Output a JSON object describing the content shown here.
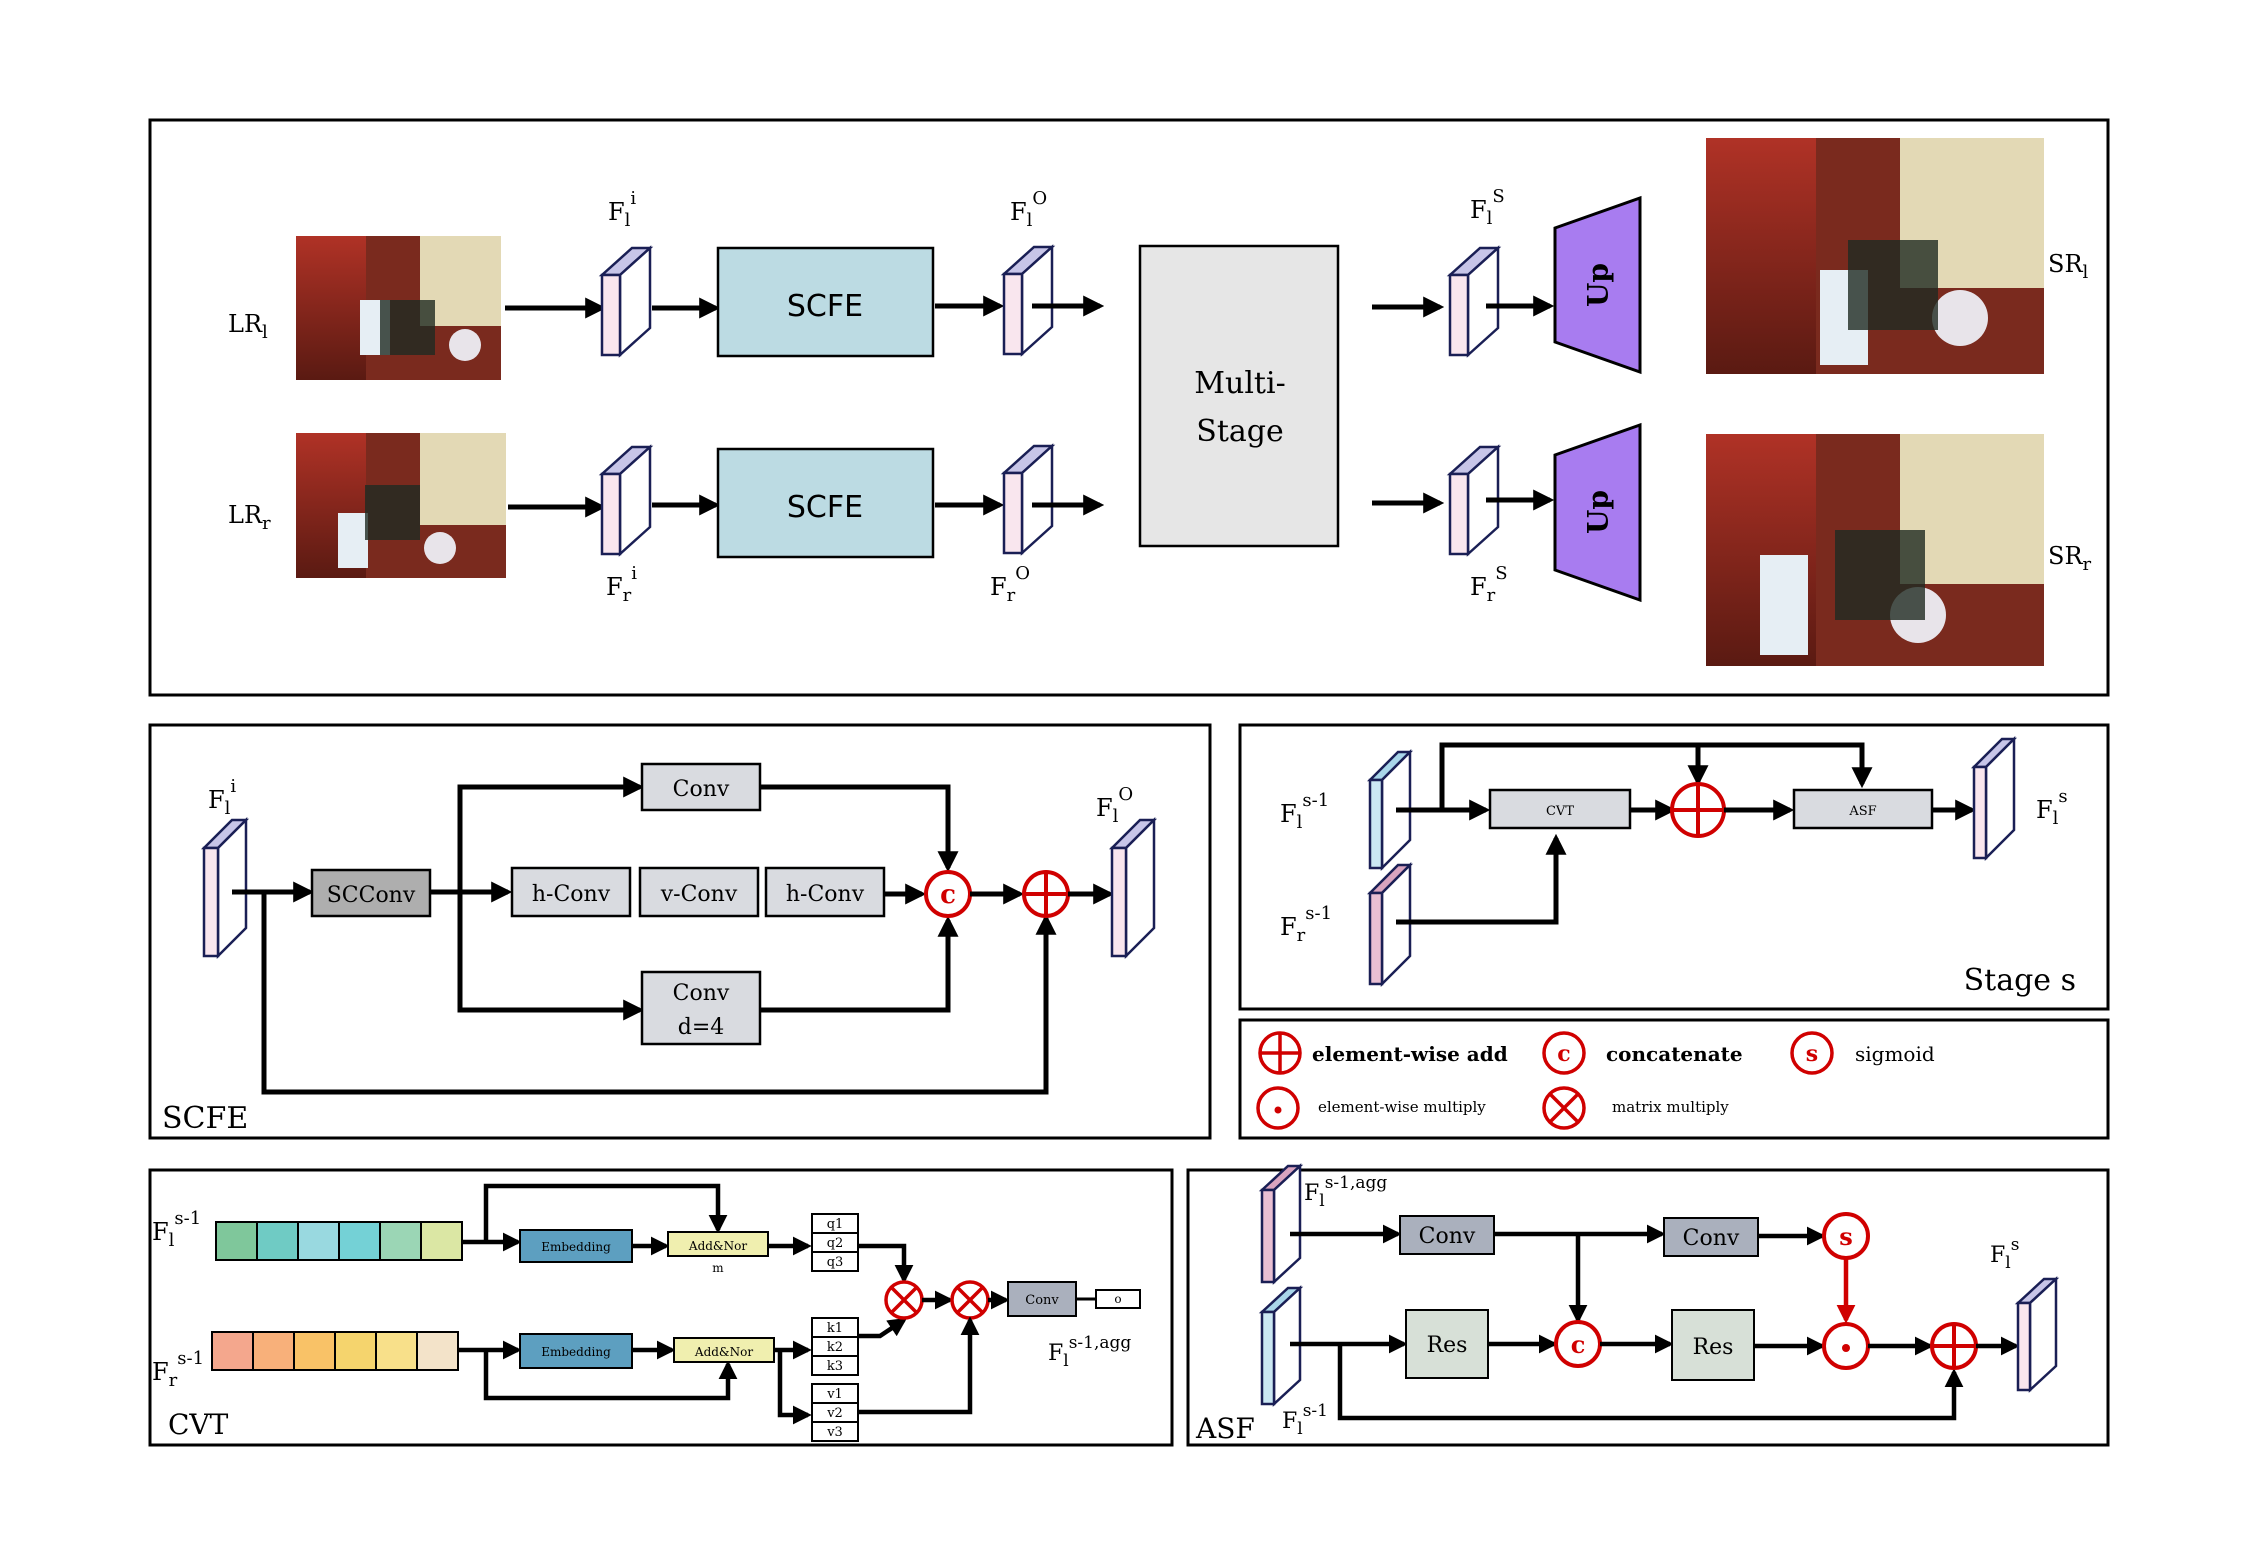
{
  "colors": {
    "panel_border": "#000000",
    "scfe_block": "#bcdbe3",
    "multistage_block": "#e6e6e6",
    "up_block": "#a87cf0",
    "gray_block": "#d9dbe0",
    "dark_gray_block": "#aeaeae",
    "res_block": "#d7e0d7",
    "embedding_block": "#5d9fc0",
    "addnorm_block": "#f0efaf",
    "feature_pink": "#f9e6ee",
    "feature_blue": "#cbe8f3",
    "feature_magenta": "#e9bfd3",
    "operator_red": "#d00000",
    "token_row_left": [
      "#7fc79b",
      "#6fcbc4",
      "#99d9e0",
      "#74d1d6",
      "#9bd6b5",
      "#dbe7a4"
    ],
    "token_row_right": [
      "#f4a78d",
      "#f8b07a",
      "#f9c267",
      "#f5d46d",
      "#f8e08a",
      "#f3e3c9"
    ]
  },
  "top": {
    "lr_left": "LR",
    "lr_left_sub": "l",
    "lr_right": "LR",
    "lr_right_sub": "r",
    "fl_i": "F",
    "fl_i_sub": "l",
    "fl_i_sup": "i",
    "fr_i": "F",
    "fr_i_sub": "r",
    "fr_i_sup": "i",
    "fl_o": "F",
    "fl_o_sub": "l",
    "fl_o_sup": "O",
    "fr_o": "F",
    "fr_o_sub": "r",
    "fr_o_sup": "O",
    "fl_s": "F",
    "fl_s_sub": "l",
    "fl_s_sup": "S",
    "fr_s": "F",
    "fr_s_sub": "r",
    "fr_s_sup": "S",
    "scfe_top": "SCFE",
    "scfe_bottom": "SCFE",
    "multi_line1": "Multi-",
    "multi_line2": "Stage",
    "up_top": "Up",
    "up_bottom": "Up",
    "sr_left": "SR",
    "sr_left_sub": "l",
    "sr_right": "SR",
    "sr_right_sub": "r"
  },
  "scfe": {
    "title": "SCFE",
    "in": "F",
    "in_sub": "l",
    "in_sup": "i",
    "out": "F",
    "out_sub": "l",
    "out_sup": "O",
    "scconv": "SCConv",
    "conv": "Conv",
    "hconv1": "h-Conv",
    "vconv": "v-Conv",
    "hconv2": "h-Conv",
    "dconv_line1": "Conv",
    "dconv_line2": "d=4",
    "concat_symbol": "c"
  },
  "stage": {
    "title": "Stage s",
    "in_l": "F",
    "in_l_sub": "l",
    "in_l_sup": "s-1",
    "in_r": "F",
    "in_r_sub": "r",
    "in_r_sup": "s-1",
    "out": "F",
    "out_sub": "l",
    "out_sup": "s",
    "cvt": "CVT",
    "asf": "ASF"
  },
  "legend": {
    "add": "element-wise add",
    "concat": "concatenate",
    "concat_symbol": "c",
    "sigmoid": "sigmoid",
    "sigmoid_symbol": "s",
    "multiply": "element-wise multiply",
    "matmul": "matrix multiply"
  },
  "cvt": {
    "title": "CVT",
    "in_l": "F",
    "in_l_sub": "l",
    "in_l_sup": "s-1",
    "in_r": "F",
    "in_r_sub": "r",
    "in_r_sup": "s-1",
    "embedding_top": "Embedding",
    "embedding_bottom": "Embedding",
    "addnorm_top": "Add&Nor",
    "addnorm_top_cont": "m",
    "addnorm_bottom": "Add&Nor",
    "q": [
      "q1",
      "q2",
      "q3"
    ],
    "k": [
      "k1",
      "k2",
      "k3"
    ],
    "v": [
      "v1",
      "v2",
      "v3"
    ],
    "conv": "Conv",
    "o": "o",
    "out": "F",
    "out_sub": "l",
    "out_sup": "s-1,agg"
  },
  "asf": {
    "title": "ASF",
    "in_agg": "F",
    "in_agg_sub": "l",
    "in_agg_sup": "s-1,agg",
    "in_prev": "F",
    "in_prev_sub": "l",
    "in_prev_sup": "s-1",
    "out": "F",
    "out_sub": "l",
    "out_sup": "s",
    "conv1": "Conv",
    "conv2": "Conv",
    "res1": "Res",
    "res2": "Res",
    "concat_symbol": "c",
    "sigmoid_symbol": "s"
  }
}
